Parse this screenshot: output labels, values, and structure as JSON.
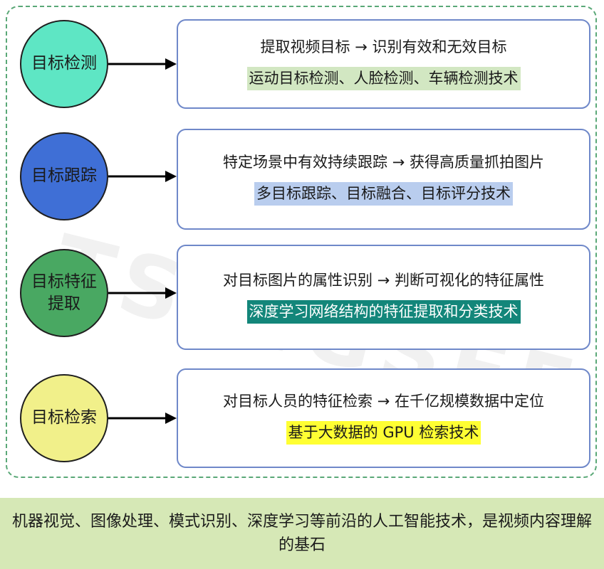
{
  "colors": {
    "frame_border": "#5aa877",
    "card_border": "#6f88c9",
    "footer_bg": "#d6e8b6"
  },
  "watermark": "TSINGSEE青犀视频",
  "rows": [
    {
      "circle_label": "目标检测",
      "circle_color": "#5ee6c4",
      "line1": "提取视频目标 → 识别有效和无效目标",
      "line2": "运动目标检测、人脸检测、车辆检测技术",
      "line2_bg": "#d2e7c2",
      "line2_color": "#1a1a1a"
    },
    {
      "circle_label": "目标跟踪",
      "circle_color": "#3f6fd6",
      "line1": "特定场景中有效持续跟踪 → 获得高质量抓拍图片",
      "line2": "多目标跟踪、目标融合、目标评分技术",
      "line2_bg": "#b9cdee",
      "line2_color": "#1a1a1a"
    },
    {
      "circle_label": "目标特征提取",
      "circle_color": "#49a862",
      "line1": "对目标图片的属性识别 → 判断可视化的特征属性",
      "line2": "深度学习网络结构的特征提取和分类技术",
      "line2_bg": "#13867a",
      "line2_color": "#ffffff"
    },
    {
      "circle_label": "目标检索",
      "circle_color": "#f1f08a",
      "line1": "对目标人员的特征检索 → 在千亿规模数据中定位",
      "line2": "基于大数据的 GPU 检索技术",
      "line2_bg": "#ffff33",
      "line2_color": "#1a1a1a"
    }
  ],
  "footer": {
    "text": "机器视觉、图像处理、模式识别、深度学习等前沿的人工智能技术，是视频内容理解的基石"
  }
}
